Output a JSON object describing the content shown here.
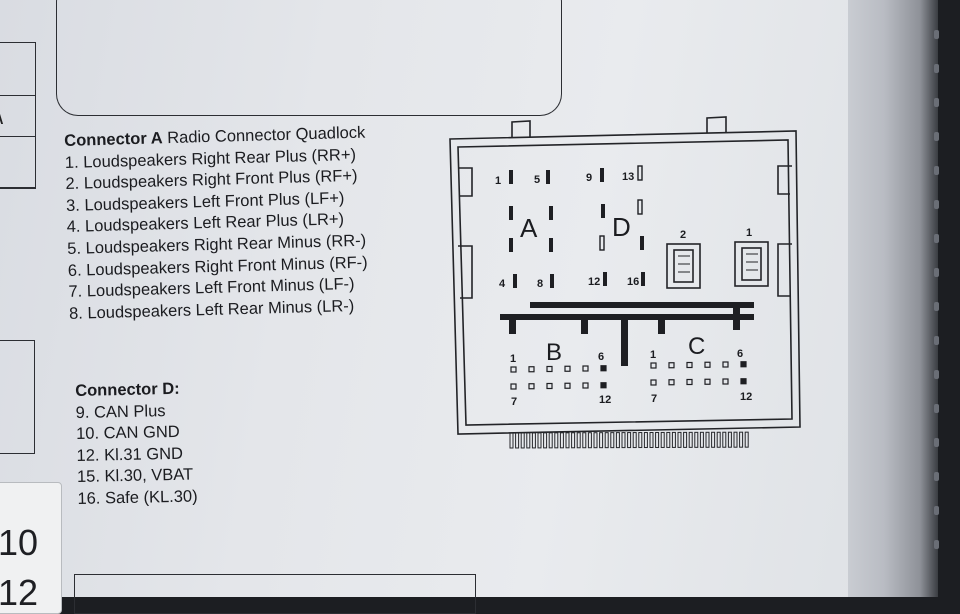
{
  "connector_a": {
    "title": "Connector A",
    "subtitle": "Radio Connector Quadlock",
    "pins": [
      "1. Loudspeakers Right Rear Plus (RR+)",
      "2. Loudspeakers Right Front Plus (RF+)",
      "3. Loudspeakers Left Front Plus (LF+)",
      "4. Loudspeakers Left Rear Plus (LR+)",
      "5. Loudspeakers Right Rear Minus (RR-)",
      "6. Loudspeakers Right Front Minus (RF-)",
      "7. Loudspeakers Left Front Minus (LF-)",
      "8. Loudspeakers Left Rear Minus (LR-)"
    ]
  },
  "connector_d": {
    "title": "Connector D:",
    "pins": [
      "9. CAN Plus",
      "10. CAN GND",
      "12. Kl.31 GND",
      "15. Kl.30, VBAT",
      "16. Safe (KL.30)"
    ]
  },
  "diagram": {
    "block_labels": {
      "a": "A",
      "d": "D",
      "b": "B",
      "c": "C"
    },
    "block_a_pins": [
      "1",
      "5",
      "4",
      "8"
    ],
    "block_d_pins": [
      "9",
      "13",
      "12",
      "16"
    ],
    "small_block_pins": [
      "2",
      "1"
    ],
    "block_b_pins": [
      "1",
      "6",
      "7",
      "12"
    ],
    "block_c_pins": [
      "1",
      "6",
      "7",
      "12"
    ]
  },
  "page_numbers": [
    "10",
    "12"
  ]
}
